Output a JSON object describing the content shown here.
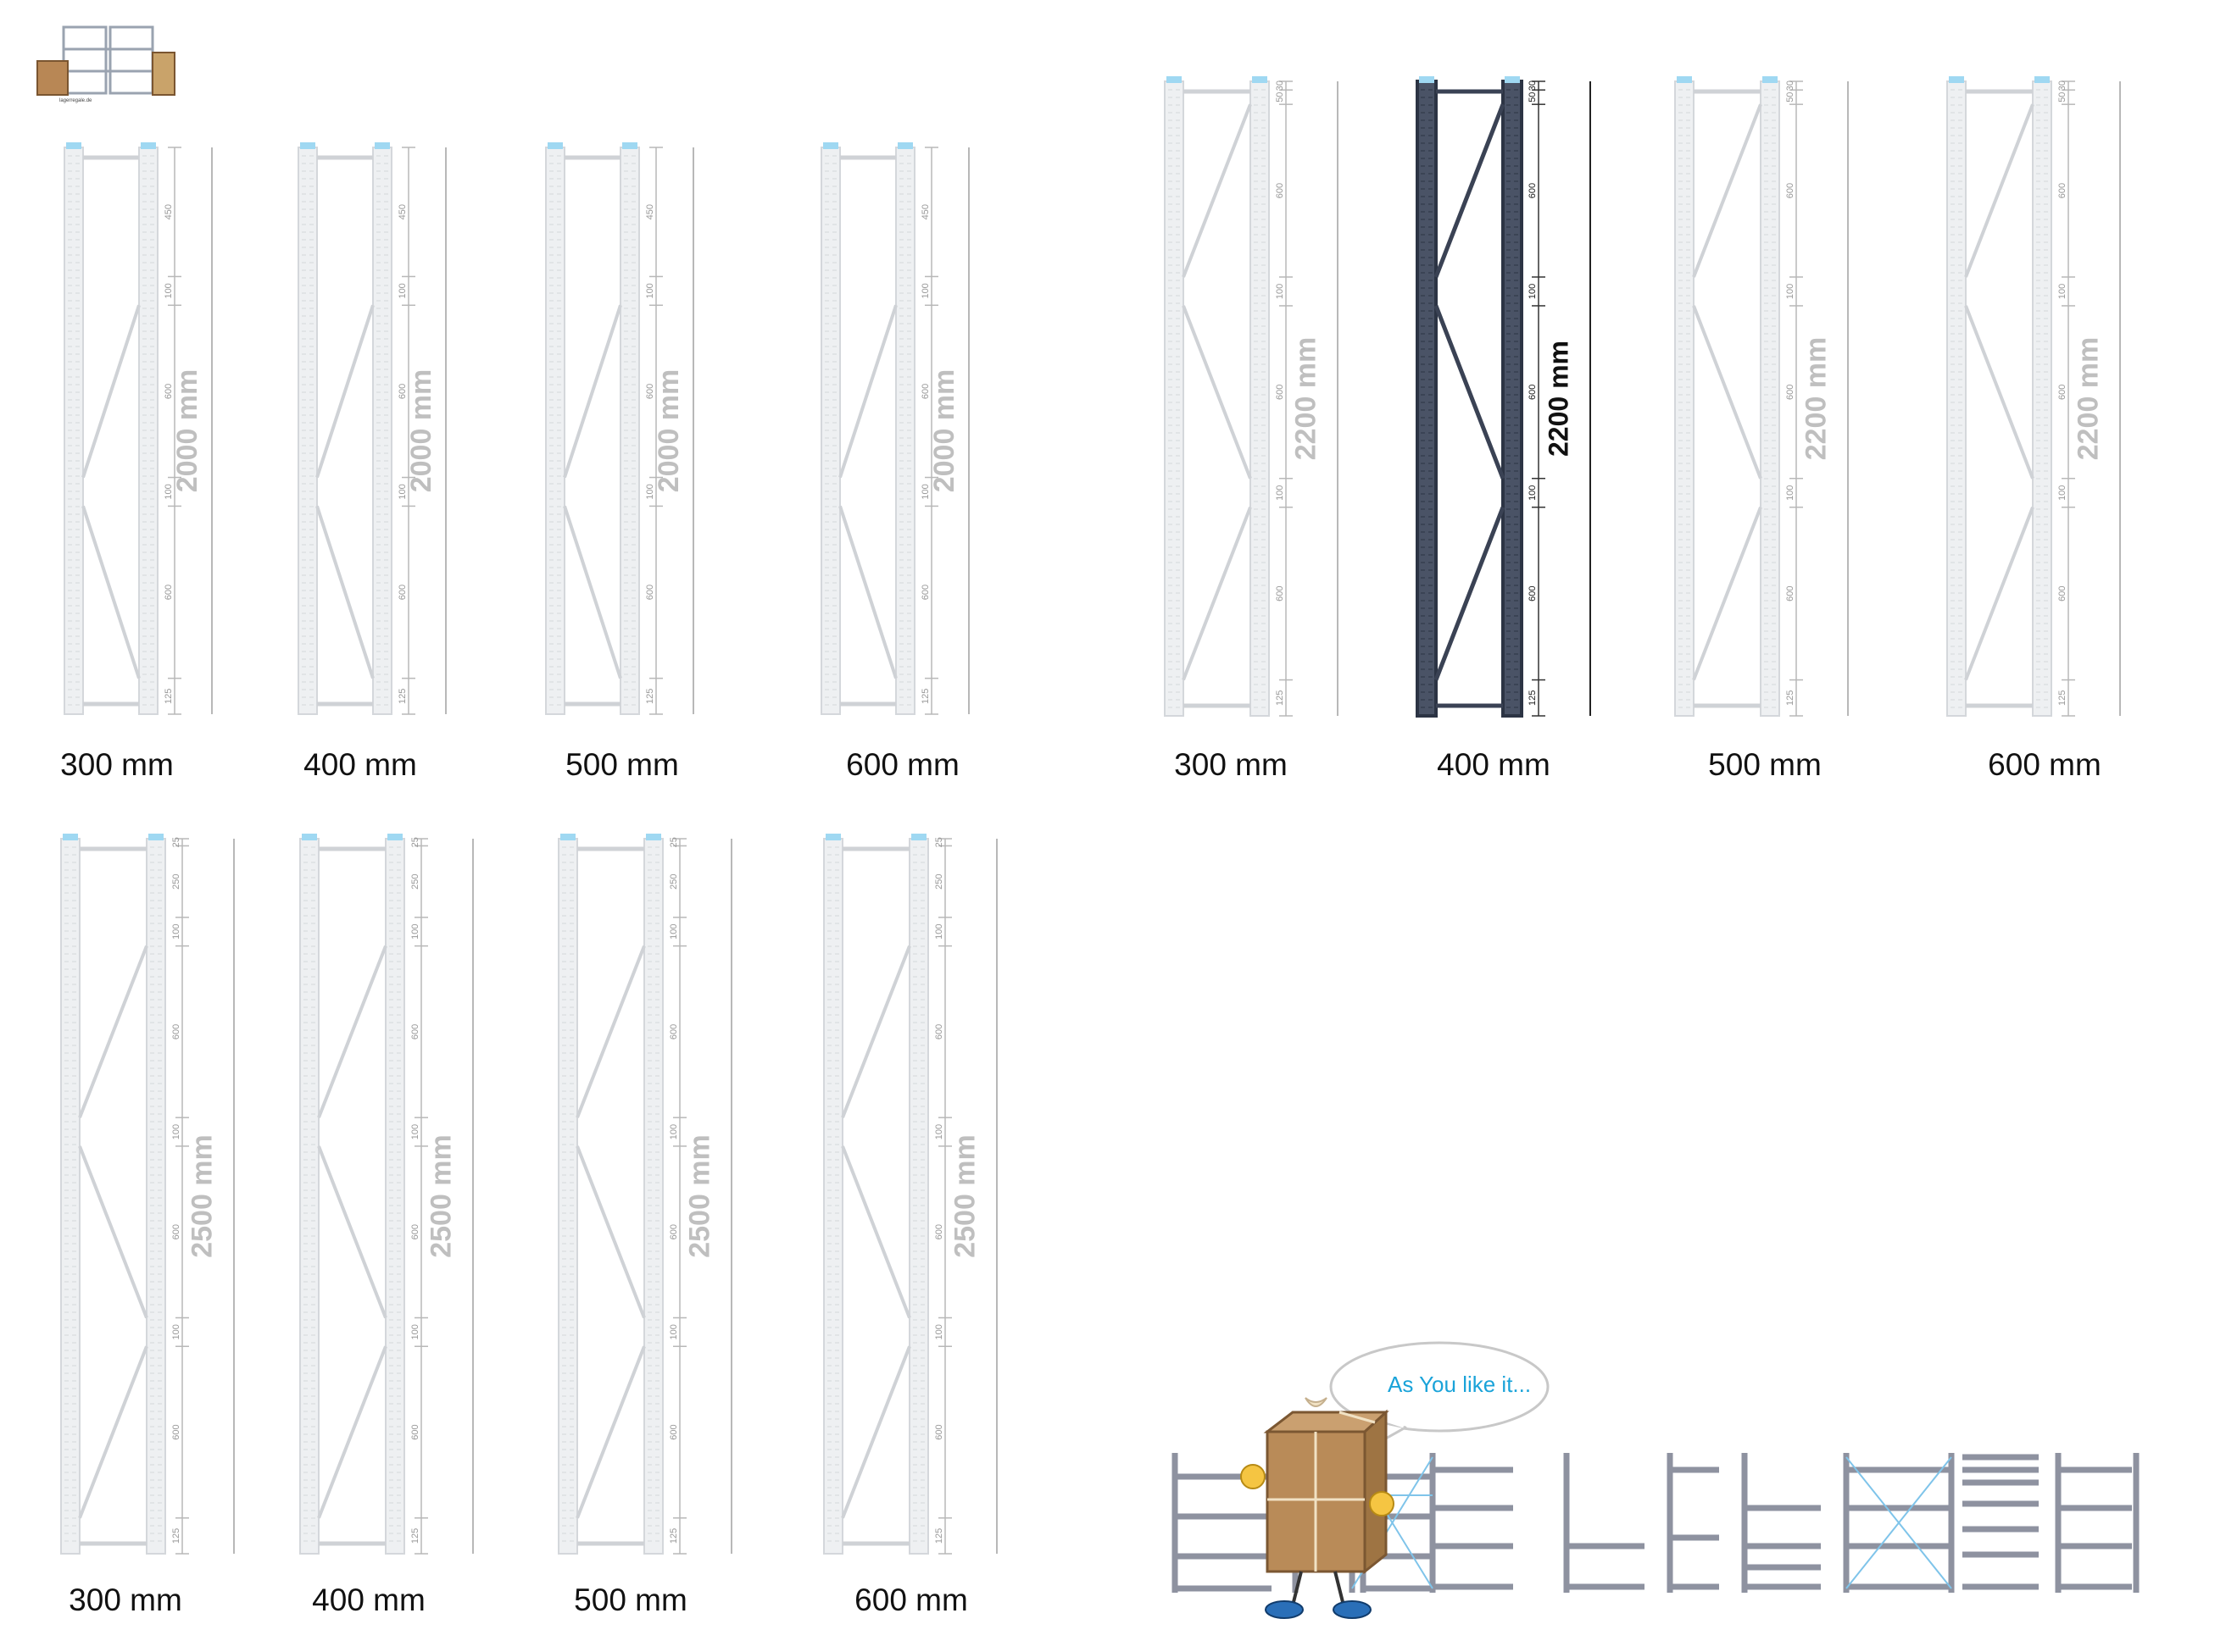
{
  "logo": {
    "text": "lagerregale.de"
  },
  "frame_groups": [
    {
      "id": "h2000",
      "height_label": "2000 mm",
      "segments": [
        "450",
        "100",
        "600",
        "100",
        "600",
        "125"
      ],
      "frames": [
        {
          "width_label": "300 mm",
          "highlighted": false
        },
        {
          "width_label": "400 mm",
          "highlighted": false
        },
        {
          "width_label": "500 mm",
          "highlighted": false
        },
        {
          "width_label": "600 mm",
          "highlighted": false
        }
      ]
    },
    {
      "id": "h2200",
      "height_label": "2200 mm",
      "segments": [
        "30",
        "50",
        "600",
        "100",
        "600",
        "100",
        "600",
        "125"
      ],
      "frames": [
        {
          "width_label": "300 mm",
          "highlighted": false
        },
        {
          "width_label": "400 mm",
          "highlighted": true
        },
        {
          "width_label": "500 mm",
          "highlighted": false
        },
        {
          "width_label": "600 mm",
          "highlighted": false
        }
      ]
    },
    {
      "id": "h2500",
      "height_label": "2500 mm",
      "segments": [
        "25",
        "250",
        "100",
        "600",
        "100",
        "600",
        "100",
        "600",
        "125"
      ],
      "frames": [
        {
          "width_label": "300 mm",
          "highlighted": false
        },
        {
          "width_label": "400 mm",
          "highlighted": false
        },
        {
          "width_label": "500 mm",
          "highlighted": false
        },
        {
          "width_label": "600 mm",
          "highlighted": false
        }
      ]
    }
  ],
  "mascot": {
    "speech": "As You like it..."
  },
  "colors": {
    "upright_light": "#d4d7db",
    "upright_dark": "#2c3444",
    "cap_blue": "#9fd8f2",
    "brace_light": "#cfd2d6",
    "brace_dark": "#3a4254",
    "dim_line": "#b8b8b8",
    "height_label_light": "#bfbfbf",
    "height_label_dark": "#111111",
    "shelf_gray": "#8e92a0",
    "cross_blue": "#7fc4ea",
    "speech_text": "#1aa3d9"
  }
}
